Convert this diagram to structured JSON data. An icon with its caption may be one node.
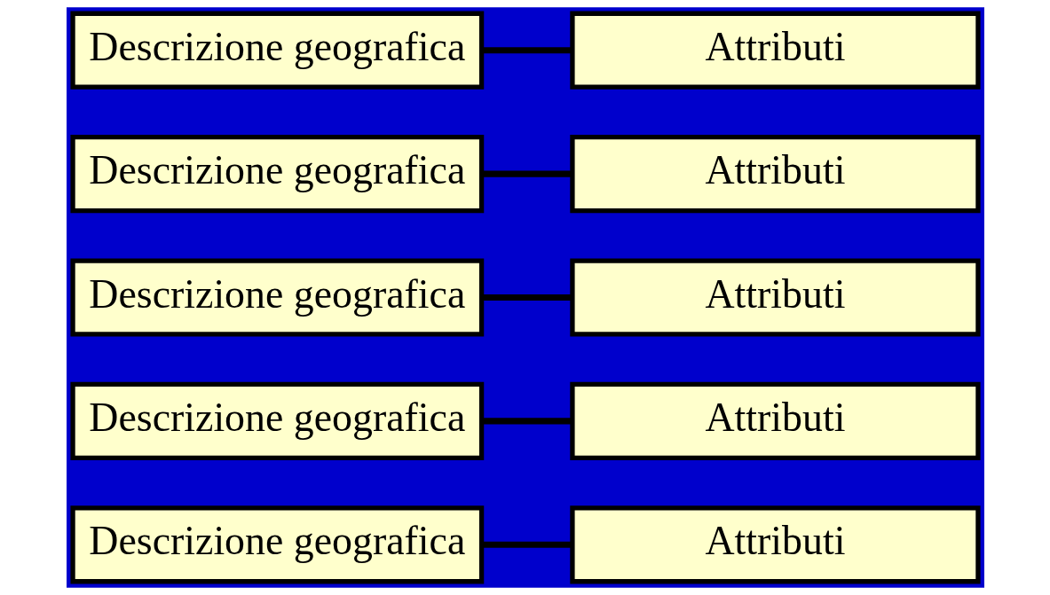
{
  "diagram": {
    "nodes": [
      {
        "text": [
          "Descrizione geografica"
        ]
      },
      {
        "text": [
          "Attributi"
        ]
      },
      {
        "text": [
          "Descrizione geografica"
        ]
      },
      {
        "text": [
          "Attributi"
        ]
      },
      {
        "text": [
          "Descrizione geografica"
        ]
      },
      {
        "text": [
          "Attributi"
        ]
      },
      {
        "text": [
          "Descrizione geografica"
        ]
      },
      {
        "text": [
          "Attributi"
        ]
      },
      {
        "text": [
          "Descrizione geografica"
        ]
      },
      {
        "text": [
          "Attributi"
        ]
      }
    ],
    "edges": [
      {
        "from": 0,
        "to": 1,
        "arrow": "none"
      },
      {
        "from": 2,
        "to": 3,
        "arrow": "none"
      },
      {
        "from": 4,
        "to": 5,
        "arrow": "none"
      },
      {
        "from": 6,
        "to": 7,
        "arrow": "none"
      },
      {
        "from": 8,
        "to": 9,
        "arrow": "none"
      }
    ]
  }
}
